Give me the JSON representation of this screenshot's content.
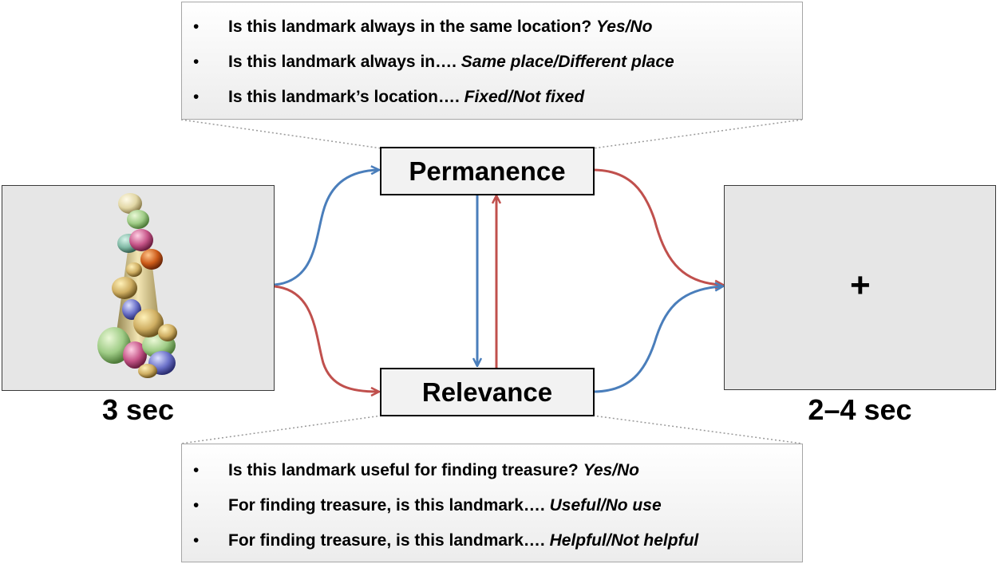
{
  "permanence": {
    "label": "Permanence",
    "questions": [
      {
        "text": "Is this landmark always in the same location?",
        "answer": "Yes/No"
      },
      {
        "text": "Is this landmark always in….",
        "answer": "Same place/Different place"
      },
      {
        "text": "Is this landmark’s location….",
        "answer": "Fixed/Not fixed"
      }
    ]
  },
  "relevance": {
    "label": "Relevance",
    "questions": [
      {
        "text": "Is this landmark useful for finding treasure?",
        "answer": "Yes/No"
      },
      {
        "text": "For finding treasure, is this landmark….",
        "answer": "Useful/No use"
      },
      {
        "text": "For finding treasure, is this landmark….",
        "answer": "Helpful/Not helpful"
      }
    ]
  },
  "bullet": "•",
  "stimulus": {
    "duration": "3 sec"
  },
  "fixation": {
    "symbol": "+",
    "duration": "2–4 sec"
  },
  "colors": {
    "blue_arrow": "#4a7ebb",
    "red_arrow": "#c0504d",
    "panel": "#e6e6e6"
  }
}
